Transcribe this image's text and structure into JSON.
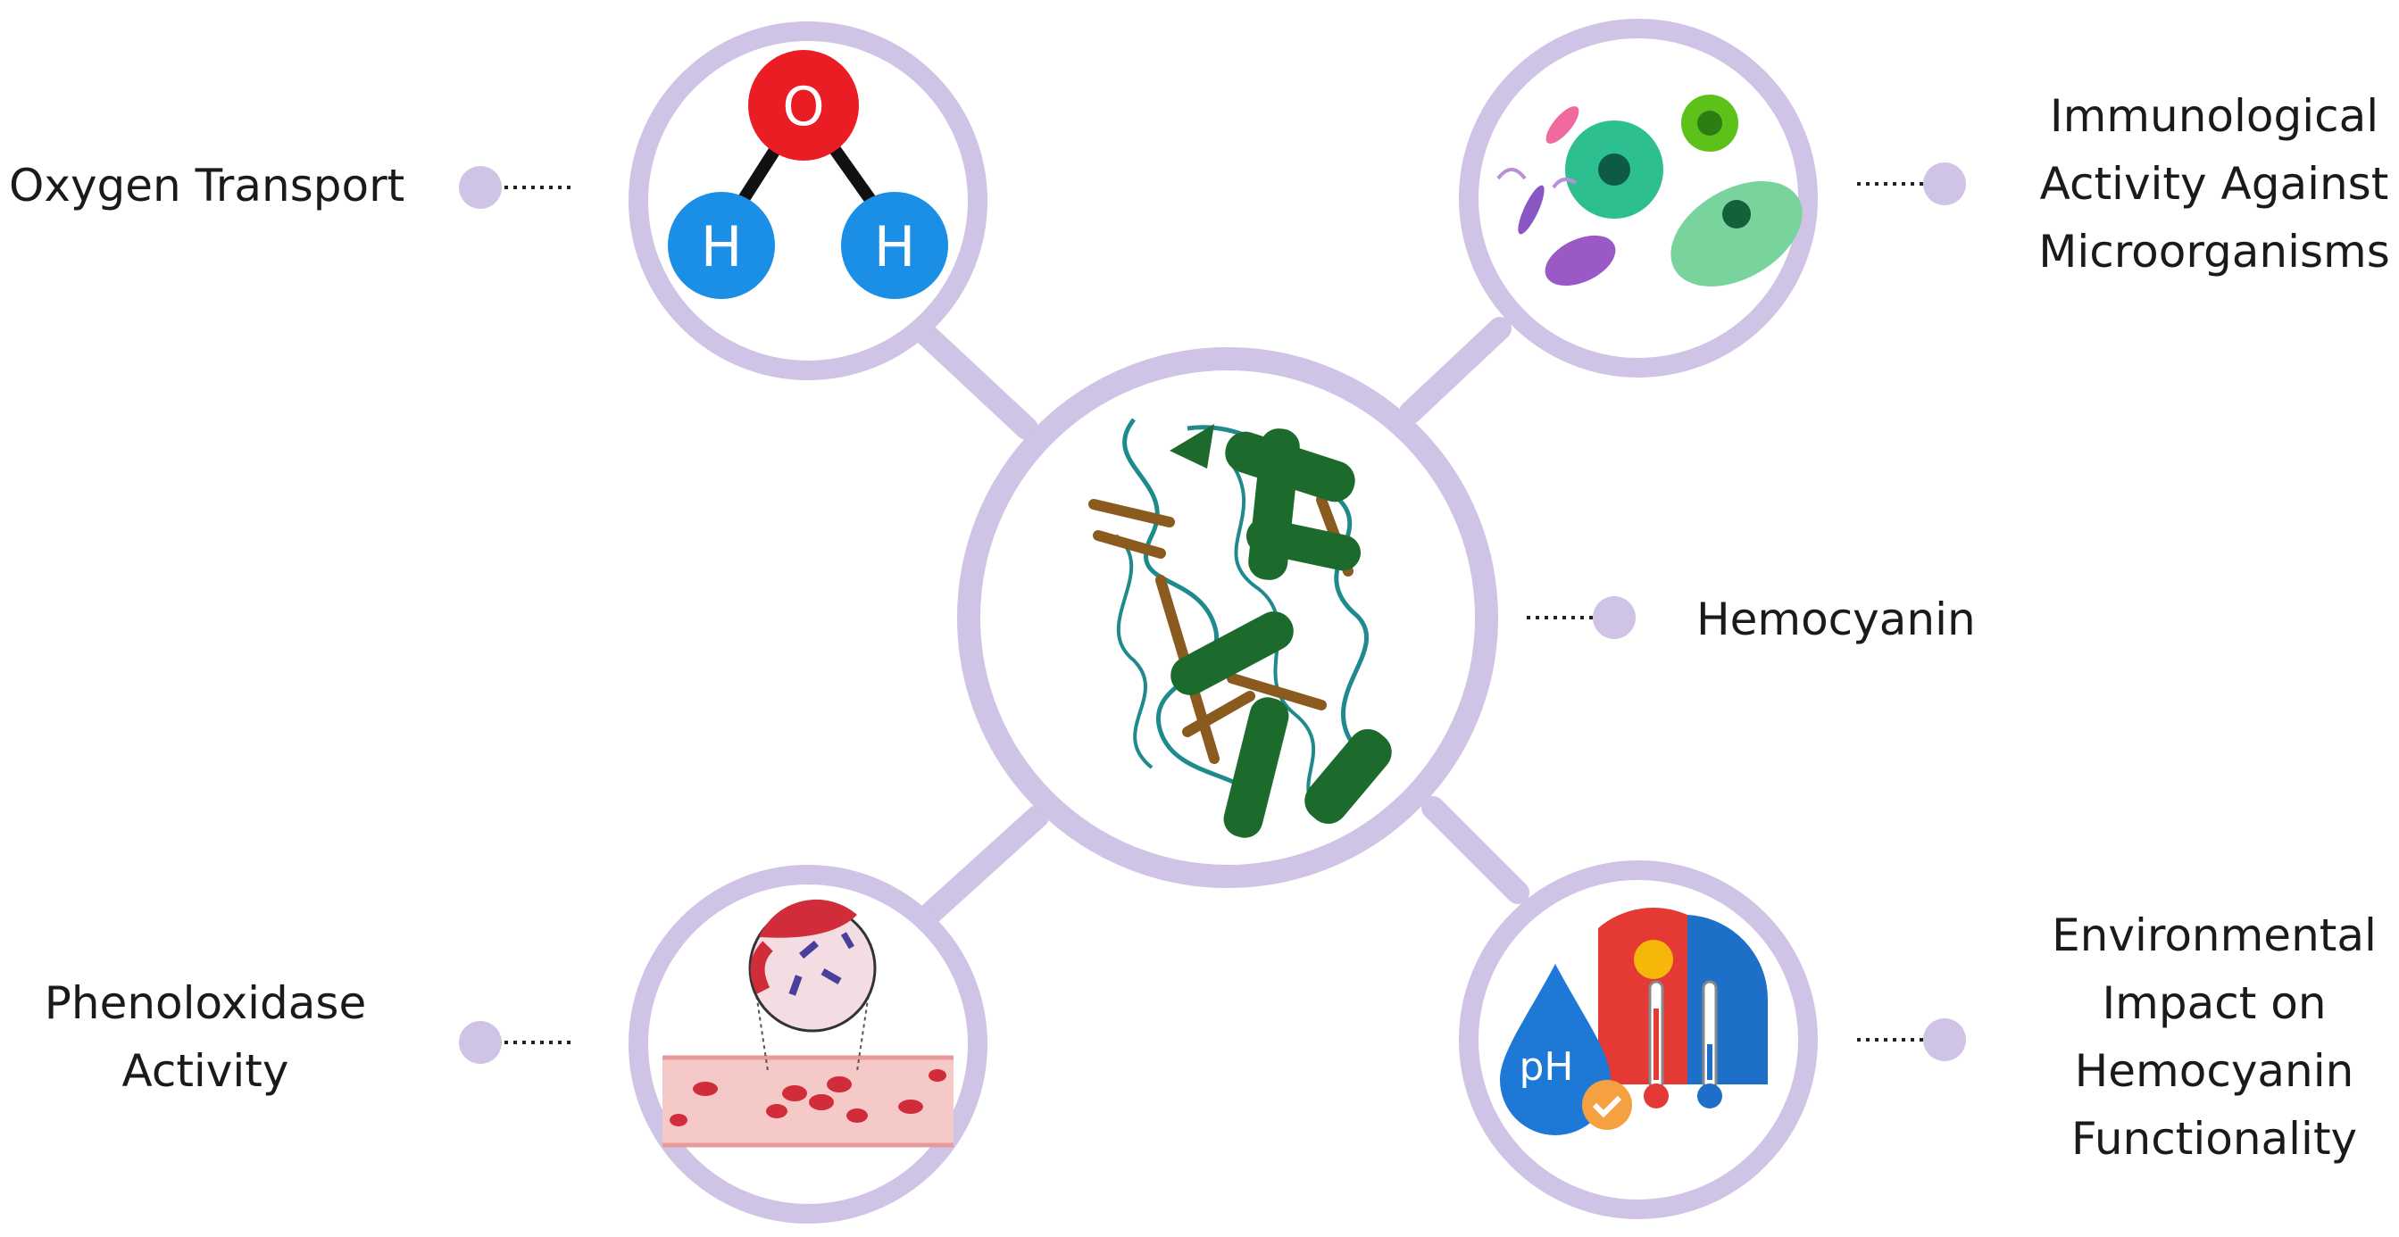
{
  "diagram": {
    "center": {
      "label": "Hemocyanin"
    },
    "nodes": [
      {
        "id": "oxygen",
        "lines": [
          "Oxygen Transport"
        ],
        "icon": "water-molecule-icon"
      },
      {
        "id": "immuno",
        "lines": [
          "Immunological",
          "Activity Against",
          "Microorganisms"
        ],
        "icon": "microorganisms-icon"
      },
      {
        "id": "pheno",
        "lines": [
          "Phenoloxidase",
          "Activity"
        ],
        "icon": "blood-vessel-icon"
      },
      {
        "id": "env",
        "lines": [
          "Environmental",
          "Impact on",
          "Hemocyanin",
          "Functionality"
        ],
        "icon": "ph-temperature-icon"
      }
    ],
    "molecule": {
      "o": "O",
      "h1": "H",
      "h2": "H"
    },
    "ph_text": "pH"
  },
  "colors": {
    "ring": "#cfc3e6",
    "connector": "#cfc3e6",
    "oxygen": "#ea1c24",
    "hydrogen": "#1b8fe6",
    "protein_green": "#1d6b2c",
    "protein_brown": "#8a5a1e",
    "protein_cyan": "#1f8a8e"
  }
}
